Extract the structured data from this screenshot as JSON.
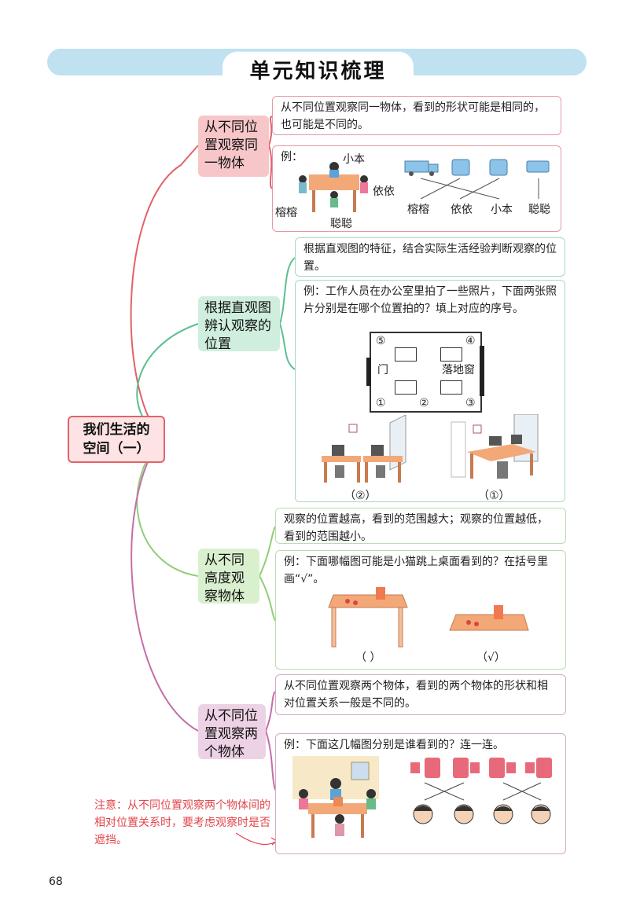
{
  "header": {
    "title": "单元知识梳理"
  },
  "root": {
    "label_line1": "我们生活的",
    "label_line2": "空间（一）"
  },
  "branch1": {
    "label_lines": [
      "从不同位",
      "置观察同",
      "一物体"
    ],
    "statement": "从不同位置观察同一物体，看到的形状可能是相同的，也可能是不同的。",
    "example_label": "例：",
    "people": [
      "小本",
      "依依",
      "榕榕",
      "聪聪"
    ],
    "answer_names": [
      "榕榕",
      "依依",
      "小本",
      "聪聪"
    ]
  },
  "branch2": {
    "label_lines": [
      "根据直观图",
      "辨认观察的",
      "位置"
    ],
    "statement": "根据直观图的特征，结合实际生活经验判断观察的位置。",
    "example": "例：工作人员在办公室里拍了一些照片，下面两张照片分别是在哪个位置拍的？填上对应的序号。",
    "positions": [
      "⑤",
      "④",
      "①",
      "②",
      "③"
    ],
    "door_label": "门",
    "window_label": "落地窗",
    "answers": [
      "（②）",
      "（①）"
    ]
  },
  "branch3": {
    "label_lines": [
      "从不同",
      "高度观",
      "察物体"
    ],
    "statement": "观察的位置越高，看到的范围越大；观察的位置越低，看到的范围越小。",
    "example": "例：下面哪幅图可能是小猫跳上桌面看到的？在括号里画“√”。",
    "answers": [
      "（    ）",
      "（√）"
    ]
  },
  "branch4": {
    "label_lines": [
      "从不同位",
      "置观察两",
      "个物体"
    ],
    "statement": "从不同位置观察两个物体，看到的两个物体的形状和相对位置关系一般是不同的。",
    "example": "例：下面这几幅图分别是谁看到的？连一连。"
  },
  "note": "注意：从不同位置观察两个物体间的相对位置关系时，要考虑观察时是否遮挡。",
  "page_number": "68",
  "colors": {
    "red": "#e2626a",
    "green": "#5bbf8f",
    "lightgreen": "#8fcf78",
    "purple": "#c46ea8",
    "header": "#bfe1f0"
  }
}
